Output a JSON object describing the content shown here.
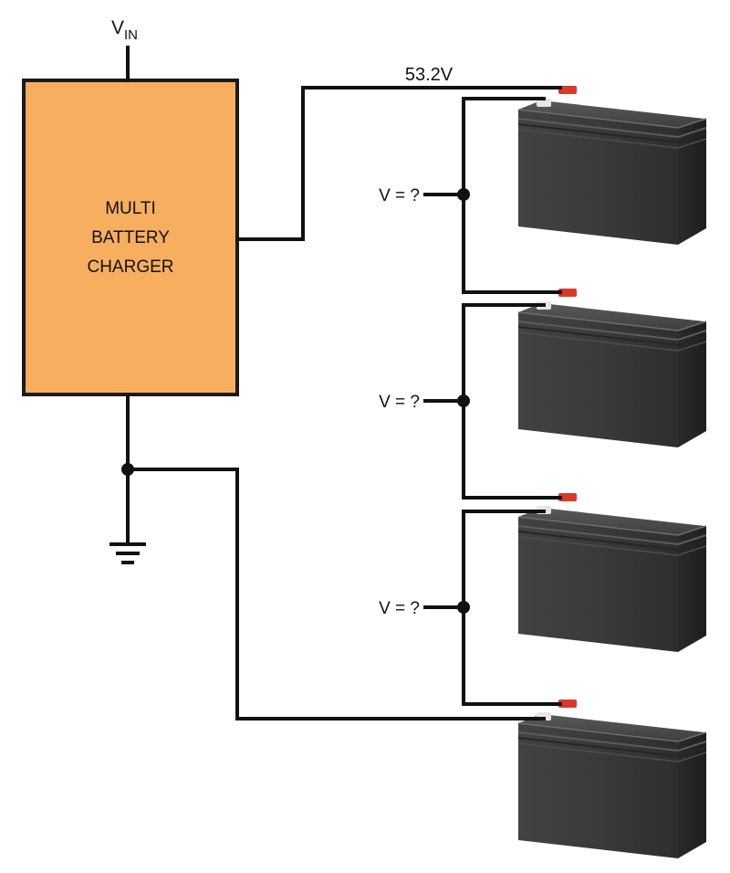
{
  "input": {
    "label": "V",
    "subscript": "IN"
  },
  "charger": {
    "lines": [
      "MULTI",
      "BATTERY",
      "CHARGER"
    ],
    "fill_color": "#F7AE5E",
    "border_color": "#1a1a1a"
  },
  "output_voltage_label": "53.2V",
  "tap_labels": [
    "V = ?",
    "V = ?",
    "V = ?"
  ],
  "battery": {
    "count": 4,
    "body_color": "#3b3b3d",
    "positive_terminal_color": "#d83a2a",
    "negative_terminal_color": "#e6e6e6"
  },
  "ground": {
    "symbol": "ground-icon"
  },
  "wire_color": "#111111"
}
